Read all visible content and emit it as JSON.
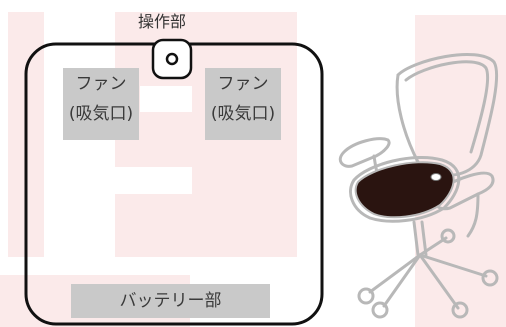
{
  "labels": {
    "control": "操作部",
    "fan_left_line1": "ファン",
    "fan_left_line2": "(吸気口)",
    "fan_right_line1": "ファン",
    "fan_right_line2": "(吸気口)",
    "battery": "バッテリー部"
  },
  "colors": {
    "background_stripes": "#fbeaea",
    "label_fill": "#c9c9c9",
    "outline": "#111111",
    "seat_cushion": "#2a1410",
    "chair_line": "#b8b8b8"
  },
  "icons": {
    "control_button": "power-button-icon",
    "chair": "office-chair-icon"
  }
}
